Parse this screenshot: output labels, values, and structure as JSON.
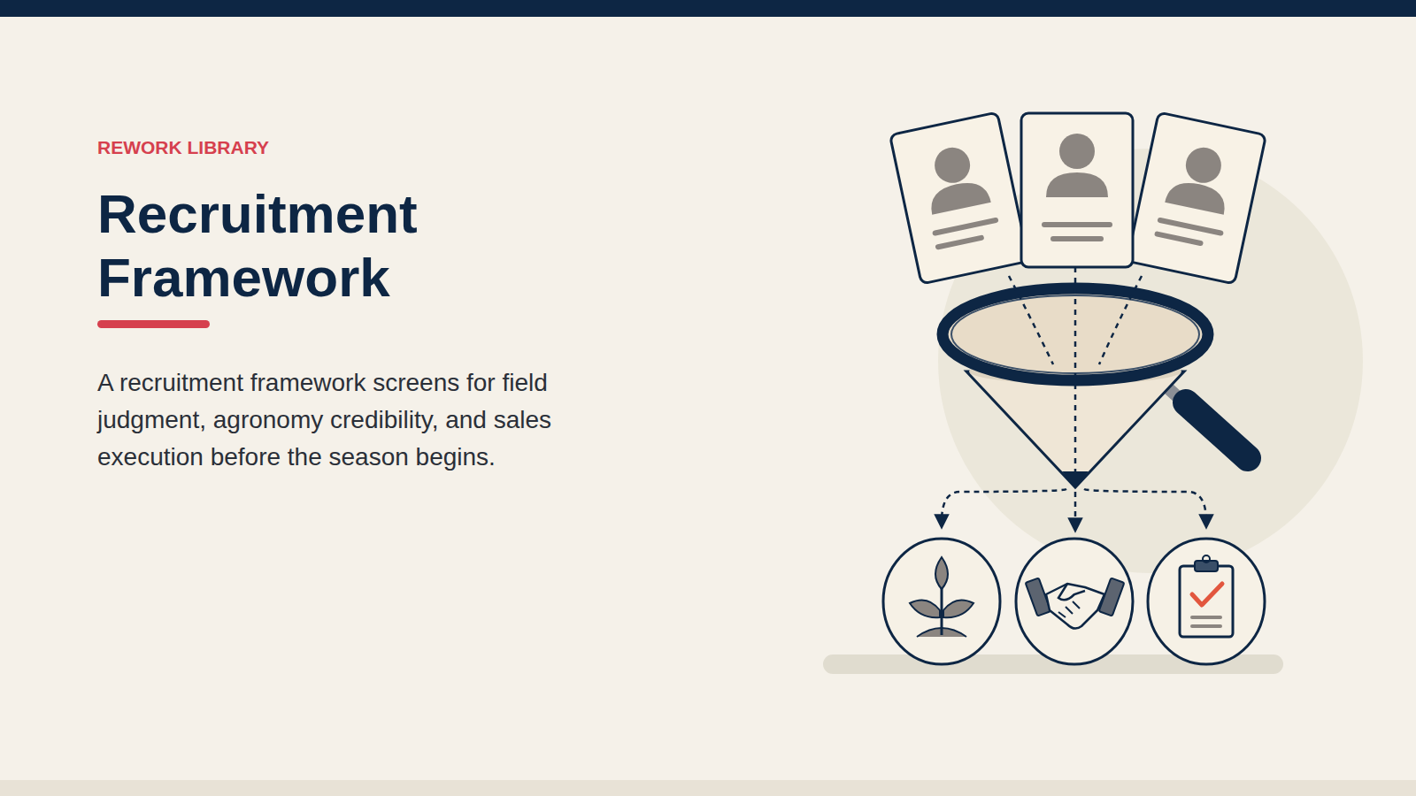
{
  "diagram": {
    "title": "Recruitment Framework",
    "labels": [
      "REWORK LIBRARY",
      "A recruitment framework screens for field judgment, agronomy credibility, and sales execution before the season begins."
    ]
  }
}
